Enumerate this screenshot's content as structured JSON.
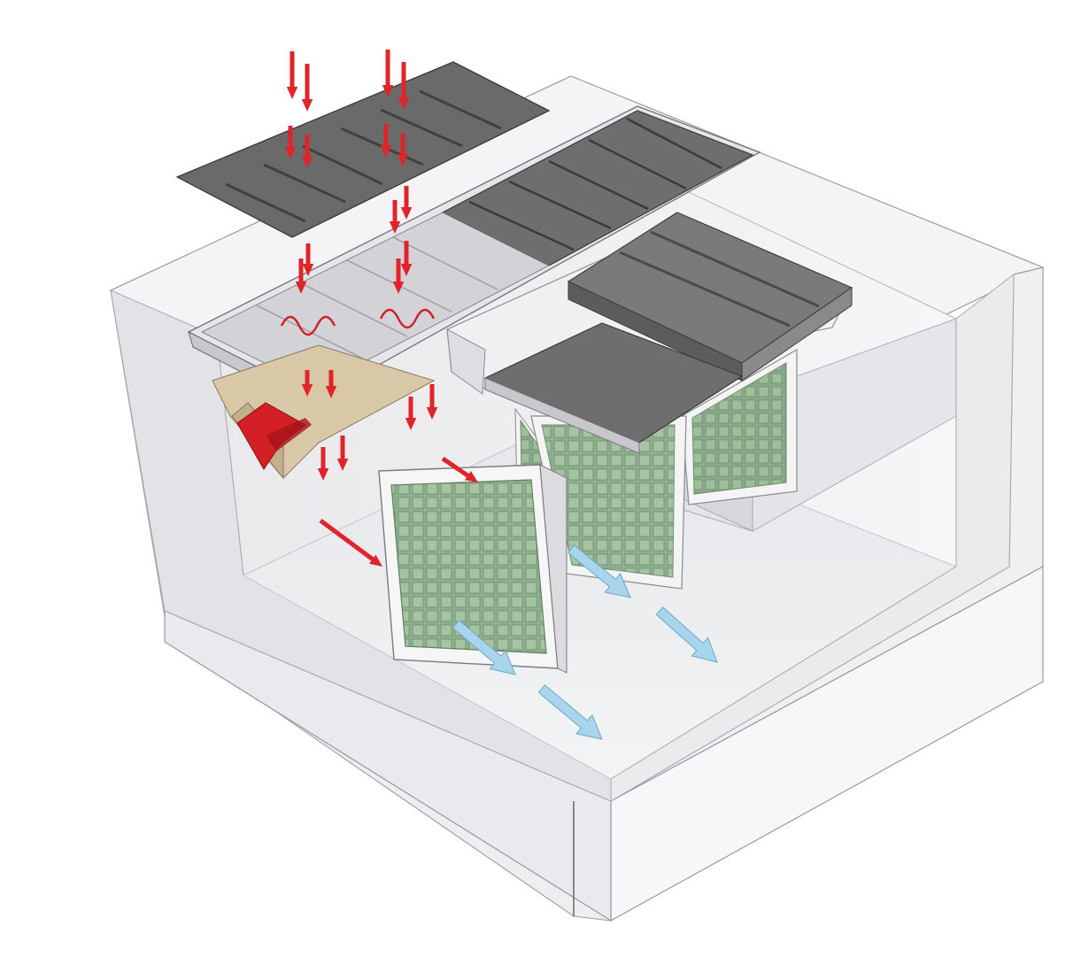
{
  "diagram": {
    "subject": "cutaway-room-ventilation-system",
    "palette": {
      "background": "#ffffff",
      "wall_light": "#f2f2f4",
      "wall_mid": "#e6e6ea",
      "wall_edge": "#8a8a90",
      "floor": "#eceef0",
      "roof_panel": "#6a6a6a",
      "roof_panel_dark": "#4e4e4e",
      "roof_rib": "#3a3a3a",
      "glass_channel": "#dcdce0",
      "beige_duct": "#d8c8a8",
      "red_element": "#d22026",
      "filter_green": "#8fb08f",
      "filter_cell": "#a6c4a2",
      "filter_frame": "#f4f4f4",
      "warm_air_arrow": "#e0242a",
      "cool_air_arrow": "#a8d4ec",
      "cool_air_stroke": "#6aa8cc"
    },
    "flows": {
      "incoming_air": {
        "color_ref": "warm_air_arrow",
        "count": 22
      },
      "outgoing_air": {
        "color_ref": "cool_air_arrow",
        "count": 4
      }
    }
  }
}
